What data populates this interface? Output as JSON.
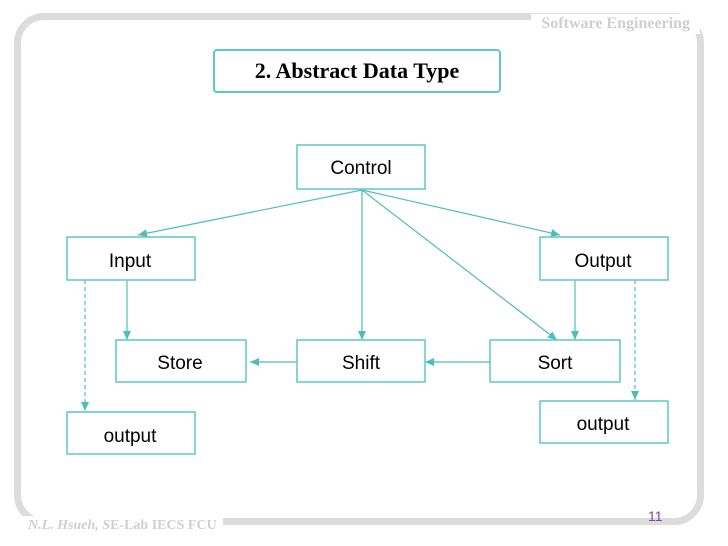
{
  "header": {
    "course": "Software Engineering"
  },
  "title": "2. Abstract Data Type",
  "diagram": {
    "nodes": {
      "control": "Control",
      "input": "Input",
      "output_main": "Output",
      "store": "Store",
      "shift": "Shift",
      "sort": "Sort",
      "output_left": "output",
      "output_right": "output"
    }
  },
  "footer": {
    "author": "N.L. Hsueh,",
    "lab_prefix": "S",
    "lab": "E-Lab IECS FCU",
    "page": "11"
  },
  "colors": {
    "node_border": "#5fc7c7",
    "arrow": "#4fbcbc",
    "frame": "#dcdcdc",
    "page_number": "#8a3fa6"
  }
}
